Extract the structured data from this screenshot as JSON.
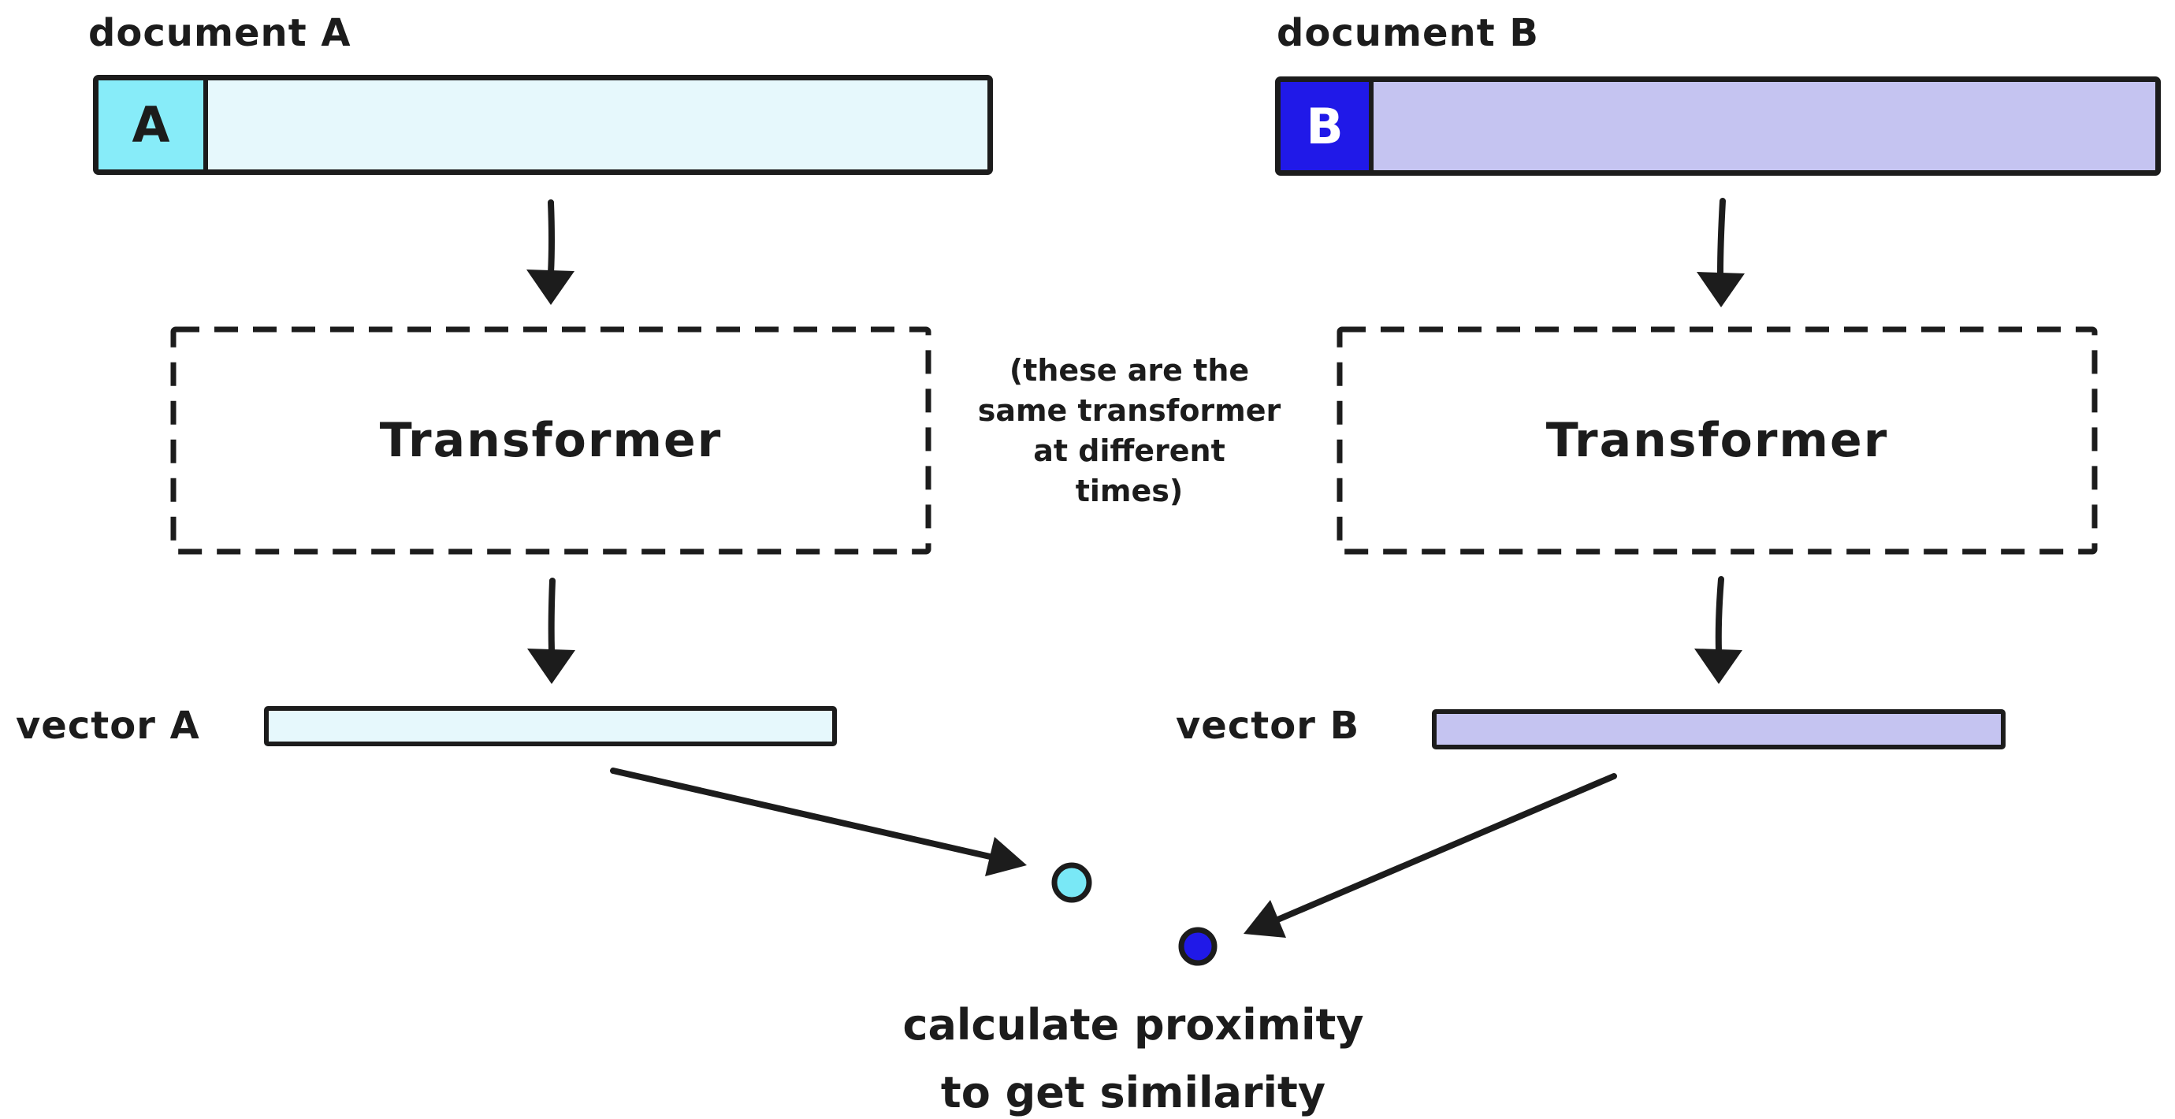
{
  "diagram": {
    "document_a": {
      "label": "document A",
      "cell_letter": "A"
    },
    "document_b": {
      "label": "document B",
      "cell_letter": "B"
    },
    "transformer_left_label": "Transformer",
    "transformer_right_label": "Transformer",
    "note_lines": [
      "(these are the",
      "same transformer",
      "at different",
      "times)"
    ],
    "vector_a_label": "vector A",
    "vector_b_label": "vector B",
    "caption_lines": [
      "calculate proximity",
      "to get similarity"
    ]
  },
  "colors": {
    "ink": "#1c1c1c",
    "doc_a_cell": "#87ecf9",
    "doc_a_body": "#e6f8fc",
    "doc_b_cell": "#2019e8",
    "doc_b_cell_letter": "#ffffff",
    "doc_b_body": "#c5c4f1",
    "vector_a_fill": "#e6f8fc",
    "vector_b_fill": "#c5c4f1",
    "dot_a_fill": "#79e8f6",
    "dot_b_fill": "#2019e8"
  }
}
